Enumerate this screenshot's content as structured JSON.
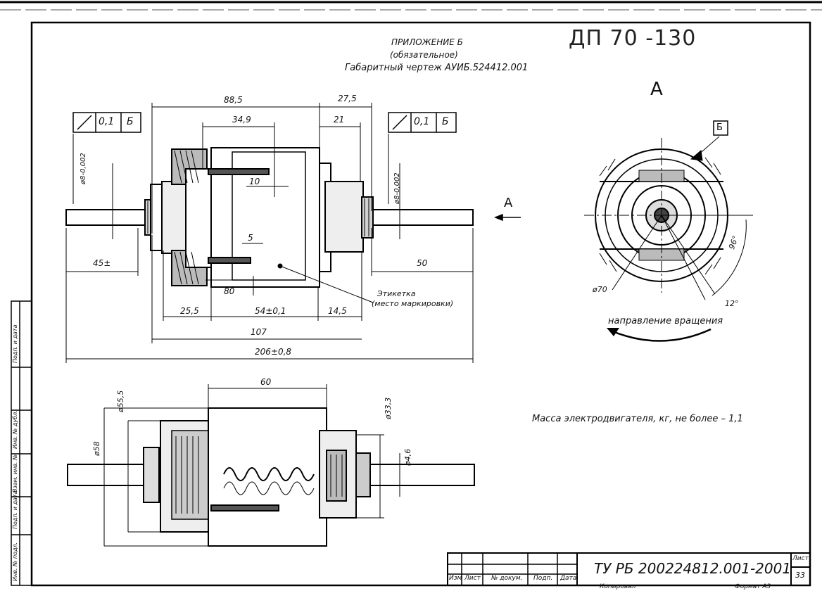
{
  "handwritten_code": "ДП 70 -130",
  "header": {
    "line1": "ПРИЛОЖЕНИЕ Б",
    "line2": "(обязательное)",
    "line3": "Габаритный чертеж АУИБ.524412.001"
  },
  "view_label": "А",
  "section_arrow_label": "А",
  "tolerance_left": {
    "value": "0,1",
    "datum": "Б"
  },
  "tolerance_right": {
    "value": "0,1",
    "datum": "Б"
  },
  "datum_box": "Б",
  "dimensions": {
    "d88_5": "88,5",
    "d27_5": "27,5",
    "d34_9": "34,9",
    "d21": "21",
    "d10": "10",
    "d5": "5",
    "d45": "45±",
    "d50": "50",
    "d80": "80",
    "d25_5": "25,5",
    "d54": "54±0,1",
    "d14_5": "14,5",
    "d107": "107",
    "d206": "206±0,8",
    "shaft_left": "ø8-0,002",
    "shaft_right": "ø8-0,002",
    "d60": "60",
    "d55_5": "ø55,5",
    "d58": "ø58",
    "d33_3": "ø33,3",
    "d46": "ø4,6",
    "d70": "ø70",
    "angle96": "96°",
    "angle12": "12°"
  },
  "label_note": {
    "line1": "Этикетка",
    "line2": "(место маркировки)"
  },
  "rotation_label": "направление вращения",
  "mass_note": "Масса электродвигателя, кг, не более –   1,1",
  "title_block": {
    "designation": "ТУ РБ 200224812.001-2001",
    "sheet_label": "Лист",
    "sheet_num": "33",
    "cols": [
      "Изм",
      "Лист",
      "№ докум.",
      "Подп.",
      "Дата"
    ],
    "kopiroval": "Копировал",
    "format": "Формат  А3"
  },
  "side_stamp": [
    "Инв. № подл.",
    "Подп. и дата",
    "Взам. инв. №",
    "Инв. № дубл.",
    "Подп. и дата"
  ]
}
